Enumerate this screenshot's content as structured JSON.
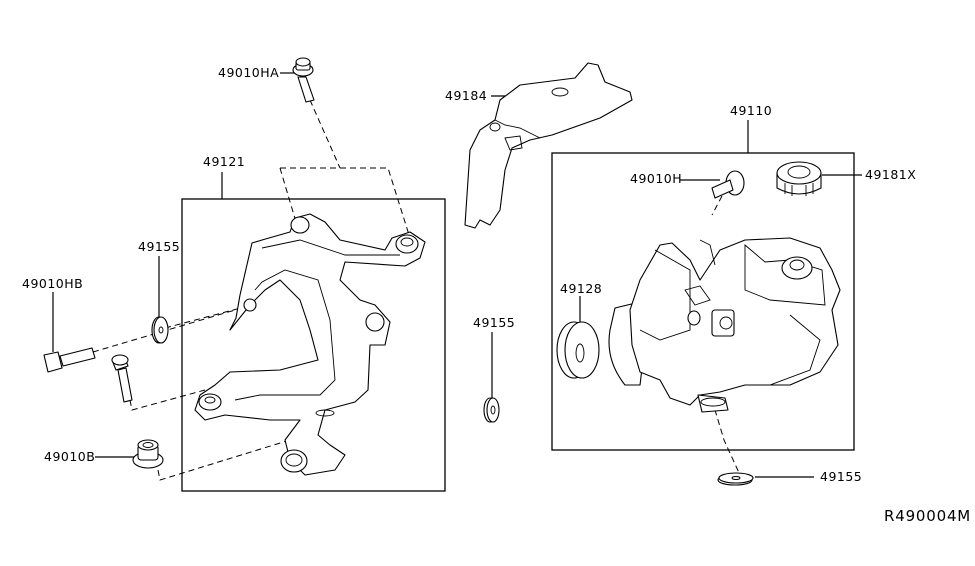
{
  "diagram": {
    "reference_code": "R490004M",
    "parts": [
      {
        "id": "49010HA",
        "label": "49010HA",
        "description": "bolt"
      },
      {
        "id": "49121",
        "label": "49121",
        "description": "bracket"
      },
      {
        "id": "49155_left",
        "label": "49155",
        "description": "washer"
      },
      {
        "id": "49010HB",
        "label": "49010HB",
        "description": "bolt"
      },
      {
        "id": "49010B",
        "label": "49010B",
        "description": "nut"
      },
      {
        "id": "49184",
        "label": "49184",
        "description": "cover"
      },
      {
        "id": "49155_center",
        "label": "49155",
        "description": "washer"
      },
      {
        "id": "49110",
        "label": "49110",
        "description": "pump assembly"
      },
      {
        "id": "49010H",
        "label": "49010H",
        "description": "stud"
      },
      {
        "id": "49181X",
        "label": "49181X",
        "description": "reservoir cap"
      },
      {
        "id": "49128",
        "label": "49128",
        "description": "insulator"
      },
      {
        "id": "49155_bottom",
        "label": "49155",
        "description": "washer"
      }
    ]
  }
}
